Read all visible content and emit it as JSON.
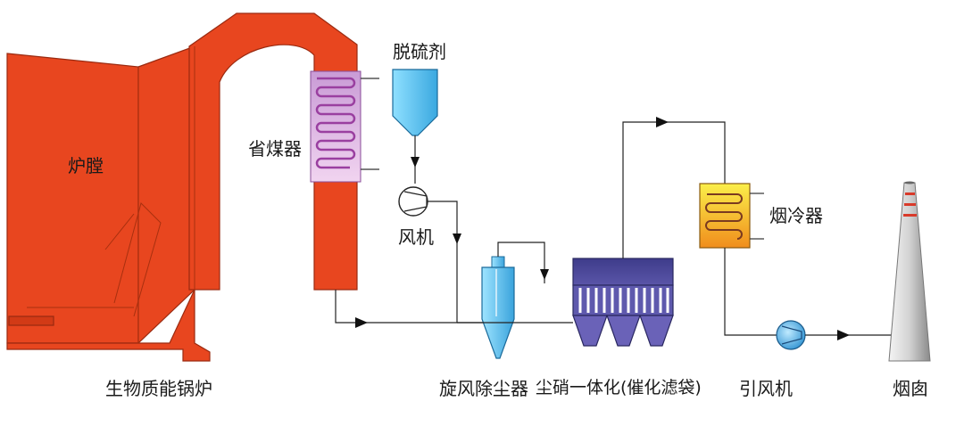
{
  "labels": {
    "furnace": "炉膛",
    "economizer": "省煤器",
    "desulfurizer": "脱硫剂",
    "fan": "风机",
    "flue_cooler": "烟冷器",
    "boiler": "生物质能锅炉",
    "cyclone": "旋风除尘器",
    "integrated": "尘硝一体化(催化滤袋)",
    "induced_fan": "引风机",
    "chimney": "烟囱"
  },
  "colors": {
    "boiler": "#e8461f",
    "economizer_coil": "#b45bb0",
    "economizer_fill": "#e7bfe6",
    "hopper": "#5cc4f0",
    "cyclone": "#5fc2ec",
    "filter_body": "#4a4a99",
    "filter_hopper": "#6a62b8",
    "cooler_top": "#f8e23a",
    "cooler_bottom": "#f29a1f",
    "fan": "#3aa0d8",
    "chimney": "#bfbfbf",
    "chimney_band": "#d93a2a",
    "pipe": "#222222"
  }
}
